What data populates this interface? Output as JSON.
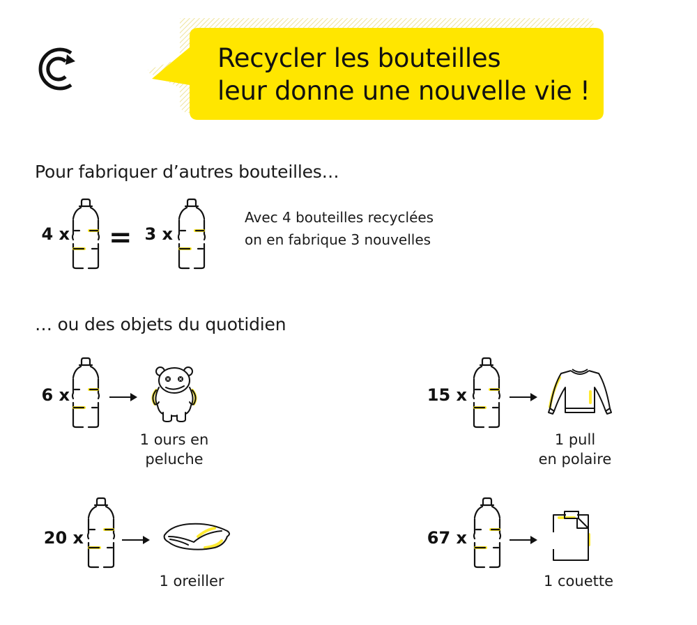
{
  "header": {
    "logo_icon": "recycle-c-icon",
    "title": "Recycler les bouteilles\nleur donne une nouvelle vie !",
    "accent_color": "#FFE600"
  },
  "section_bottles": {
    "heading": "Pour fabriquer d’autres bouteilles…",
    "left_multiplier": "4 x",
    "equals": "=",
    "right_multiplier": "3 x",
    "description": "Avec 4 bouteilles recyclées\non en fabrique 3 nouvelles"
  },
  "section_objects": {
    "heading": "… ou des objets du quotidien",
    "items": [
      {
        "multiplier": "6 x",
        "icon": "teddy-bear-icon",
        "label": "1 ours en\npeluche"
      },
      {
        "multiplier": "15 x",
        "icon": "sweater-icon",
        "label": "1 pull\nen polaire"
      },
      {
        "multiplier": "20 x",
        "icon": "pillow-icon",
        "label": "1 oreiller"
      },
      {
        "multiplier": "67 x",
        "icon": "duvet-icon",
        "label": "1 couette"
      }
    ]
  }
}
